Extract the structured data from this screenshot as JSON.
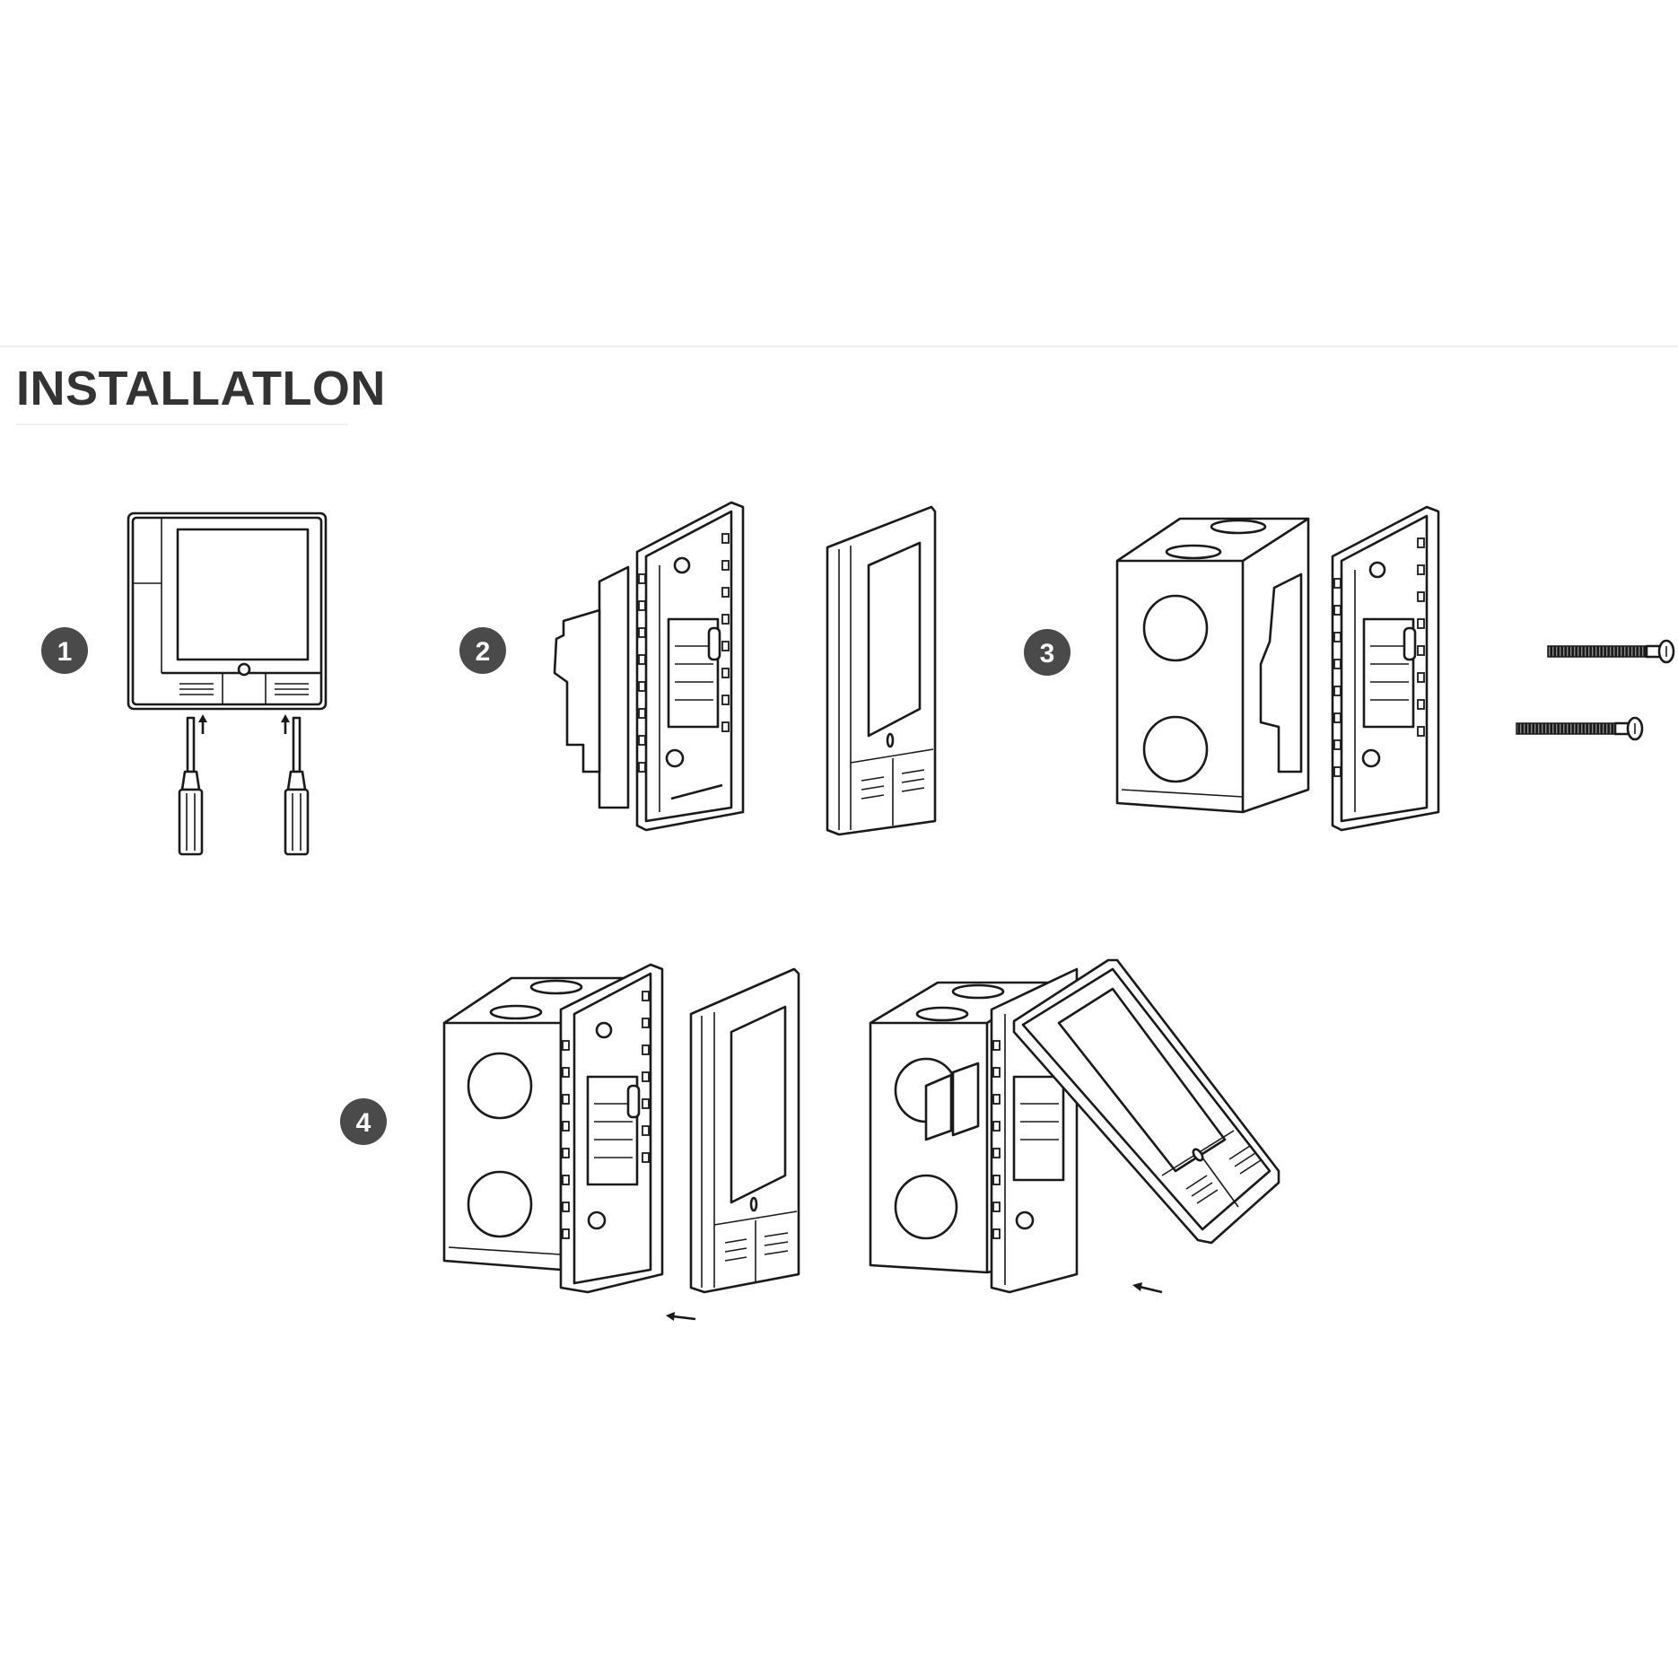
{
  "title": "INSTALLATLON",
  "steps": [
    {
      "label": "1"
    },
    {
      "label": "2"
    },
    {
      "label": "3"
    },
    {
      "label": "4"
    }
  ],
  "colors": {
    "line": "#1a1a1a",
    "badge": "#4a4a4a",
    "title": "#333333",
    "background": "#ffffff"
  }
}
